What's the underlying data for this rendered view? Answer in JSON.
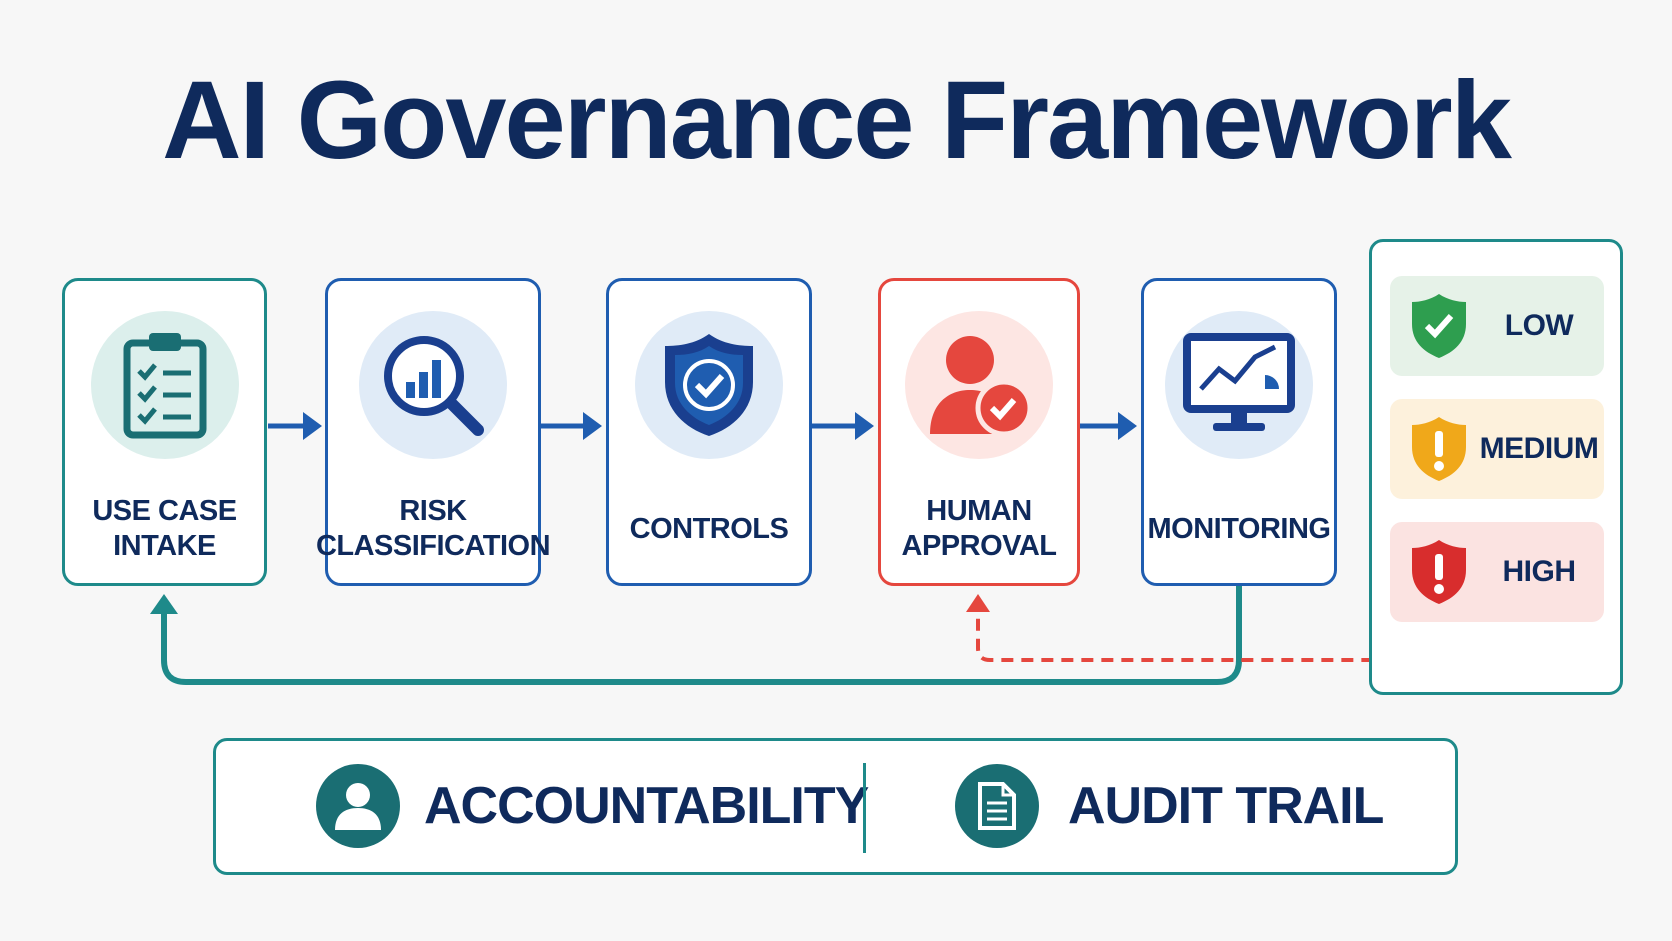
{
  "title": "AI Governance Framework",
  "steps": [
    {
      "label": "USE CASE\nINTAKE",
      "icon": "clipboard-checklist-icon",
      "color": "#1e8a8a"
    },
    {
      "label": "RISK\nCLASSIFICATION",
      "icon": "magnifier-chart-icon",
      "color": "#1f5db0"
    },
    {
      "label": "CONTROLS",
      "icon": "shield-check-icon",
      "color": "#1f5db0"
    },
    {
      "label": "HUMAN\nAPPROVAL",
      "icon": "person-check-icon",
      "color": "#e5473e"
    },
    {
      "label": "MONITORING",
      "icon": "monitor-chart-icon",
      "color": "#1f5db0"
    }
  ],
  "risk_levels": [
    {
      "label": "LOW",
      "icon": "shield-check-icon",
      "color": "#2e9e4f",
      "bg": "#e6f2e8"
    },
    {
      "label": "MEDIUM",
      "icon": "shield-exclamation-icon",
      "color": "#f0a81a",
      "bg": "#fdf1dc"
    },
    {
      "label": "HIGH",
      "icon": "shield-exclamation-icon",
      "color": "#d82d2d",
      "bg": "#fbe3e1"
    }
  ],
  "footer": {
    "accountability": "ACCOUNTABILITY",
    "audit_trail": "AUDIT TRAIL"
  },
  "colors": {
    "navy": "#0f2a5c",
    "blue": "#1f5db0",
    "teal": "#1e8a8a",
    "red": "#e5473e"
  }
}
